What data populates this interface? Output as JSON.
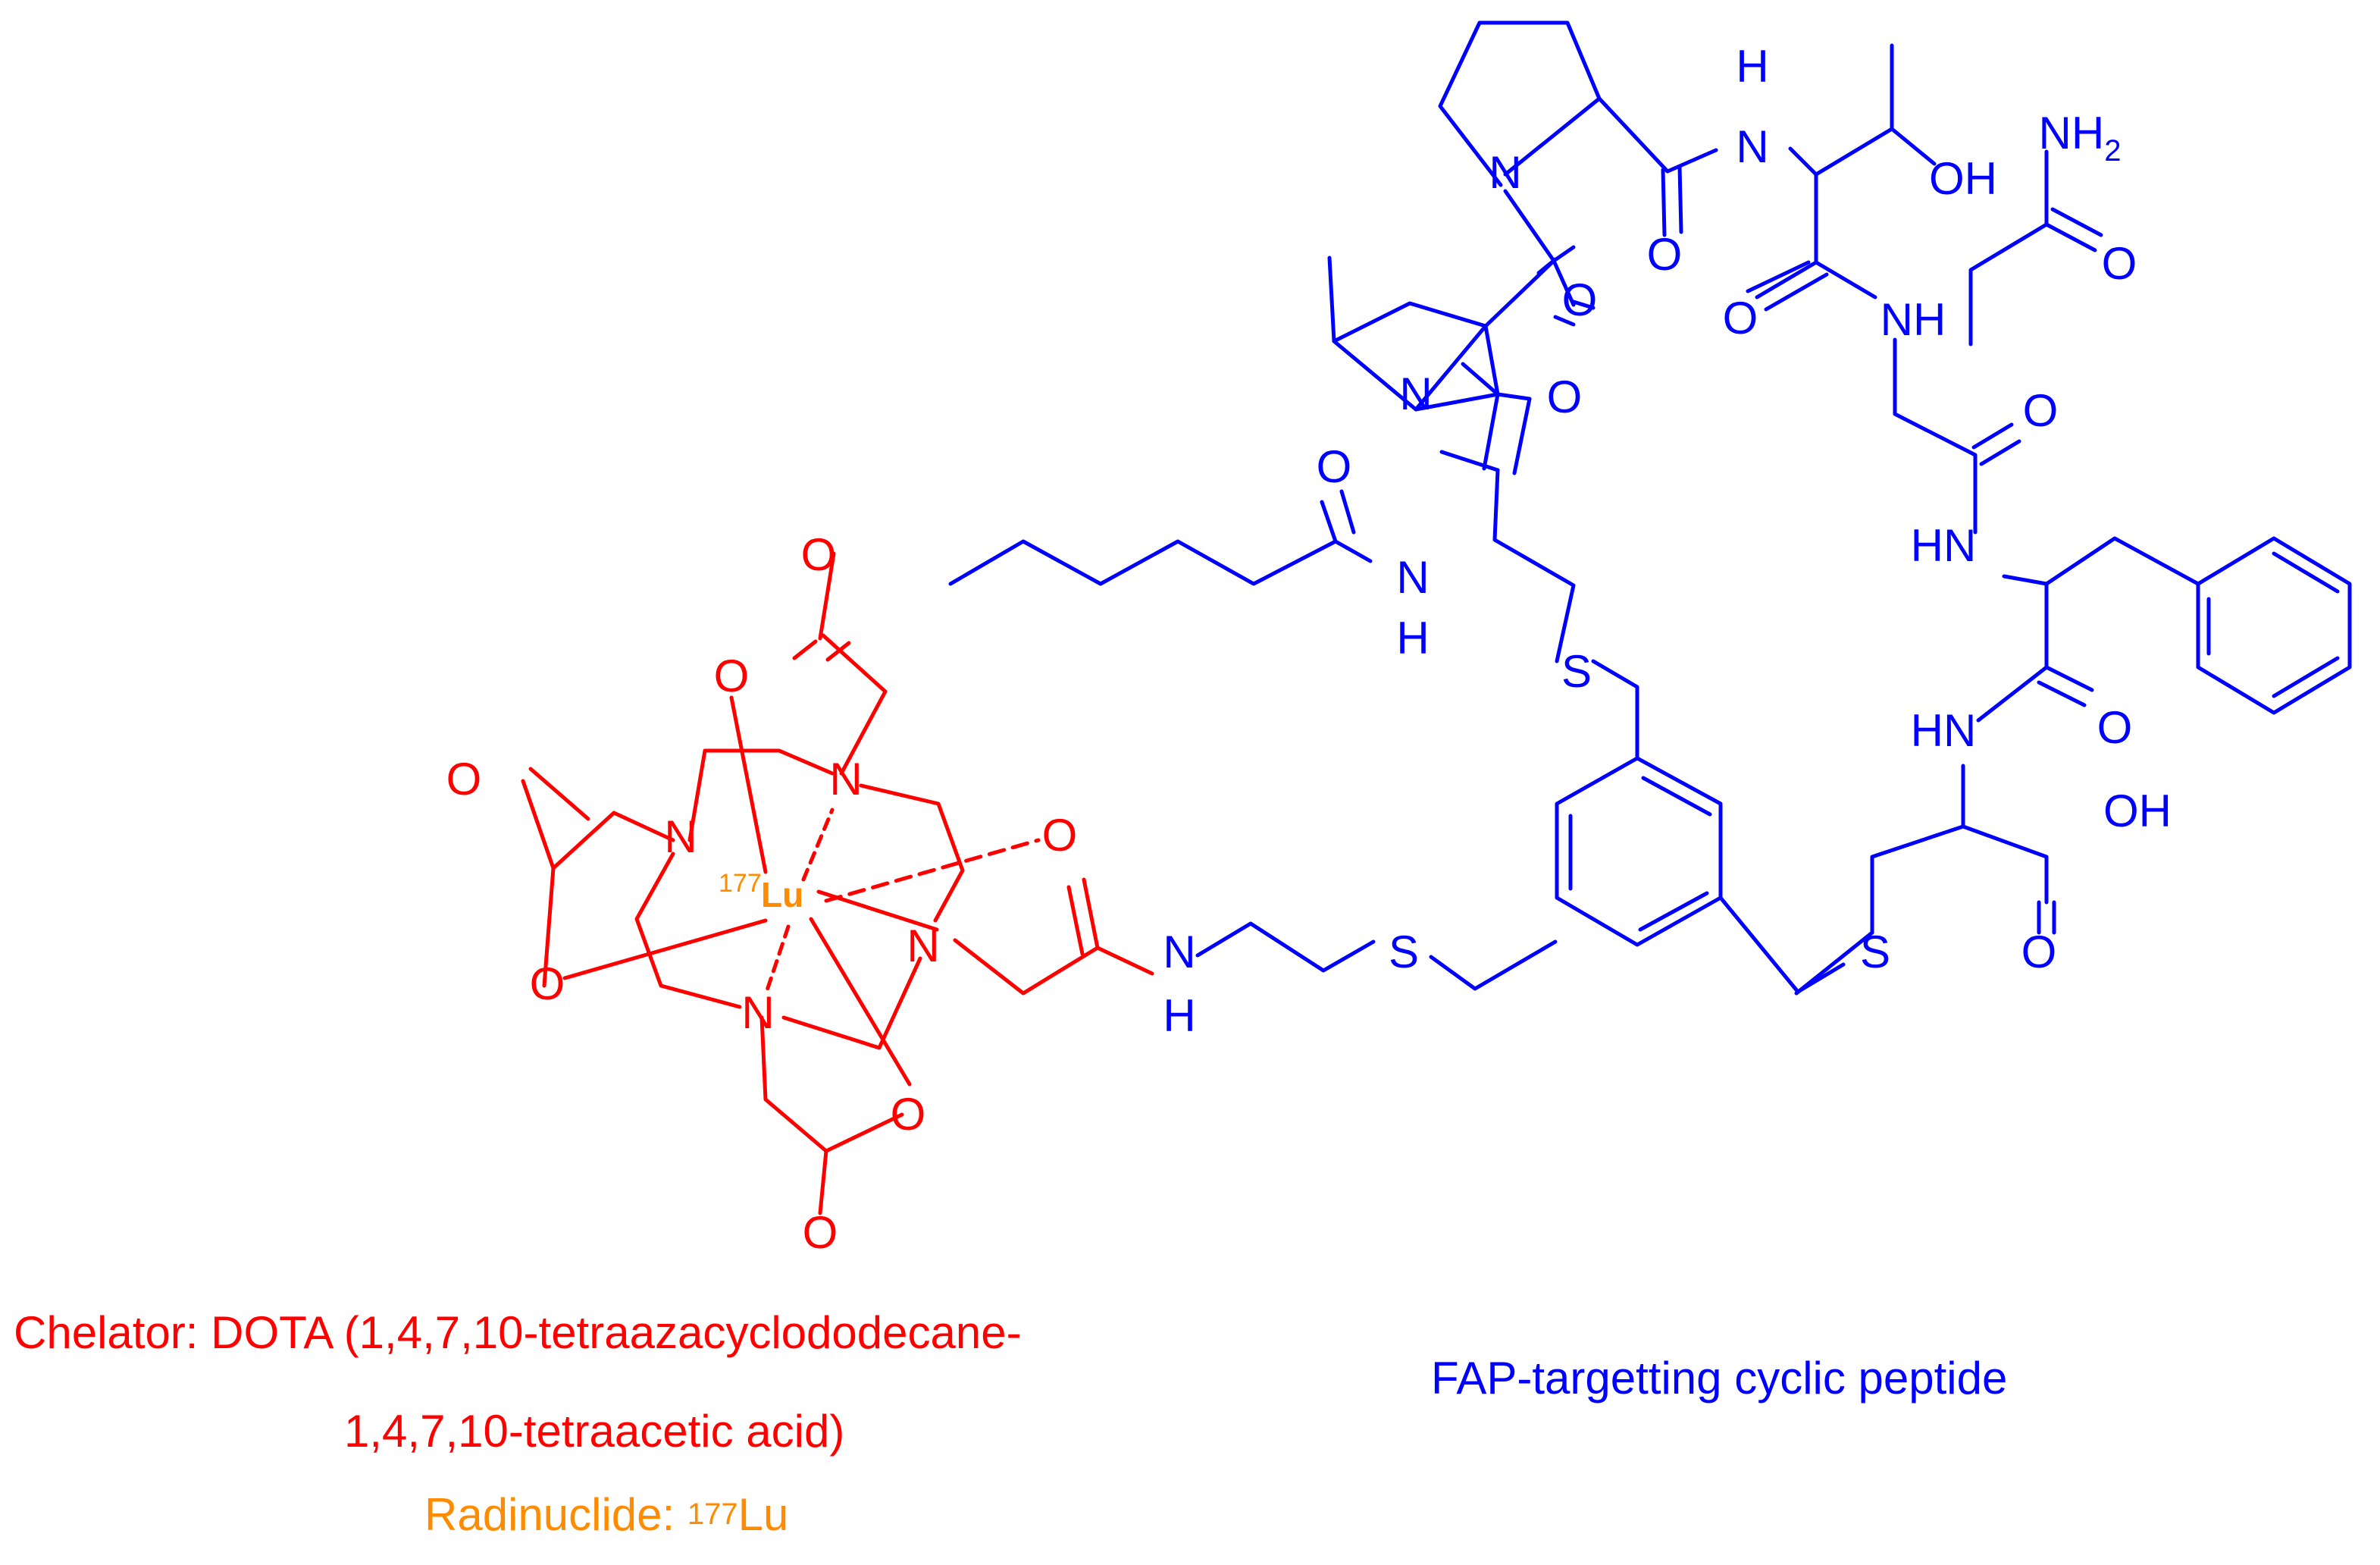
{
  "colors": {
    "chelator": "#ff0000",
    "peptide": "#0000ff",
    "radionuclide": "#ff8c00"
  },
  "atoms": {
    "N": "N",
    "O": "O",
    "S": "S",
    "H": "H",
    "NH": "NH",
    "HN": "HN",
    "OH": "OH",
    "NH2_main": "NH",
    "NH2_sub": "2",
    "lu_mass": "177",
    "lu_symbol": "Lu"
  },
  "captions": {
    "chelator_line1": "Chelator: DOTA (1,4,7,10-tetraazacyclododecane-",
    "chelator_line2": "1,4,7,10-tetraacetic acid)",
    "radionuclide_label": "Radinuclide: ",
    "radionuclide_mass": "177",
    "radionuclide_symbol": "Lu",
    "peptide": "FAP-targetting cyclic peptide"
  }
}
